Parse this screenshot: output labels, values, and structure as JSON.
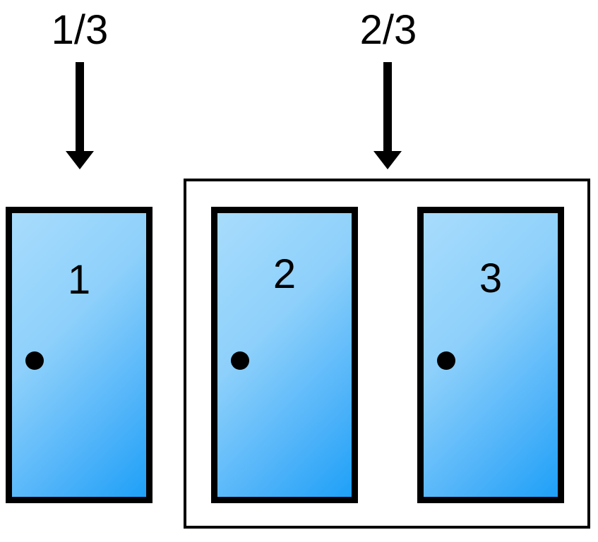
{
  "labels": {
    "left_probability": "1/3",
    "right_probability": "2/3"
  },
  "doors": [
    {
      "number": "1"
    },
    {
      "number": "2"
    },
    {
      "number": "3"
    }
  ],
  "colors": {
    "door_fill_light": "#a8dcfc",
    "door_fill_dark": "#1ea0f8",
    "outline": "#000000"
  },
  "icons": [
    "down-arrow-icon",
    "door-knob-icon"
  ]
}
